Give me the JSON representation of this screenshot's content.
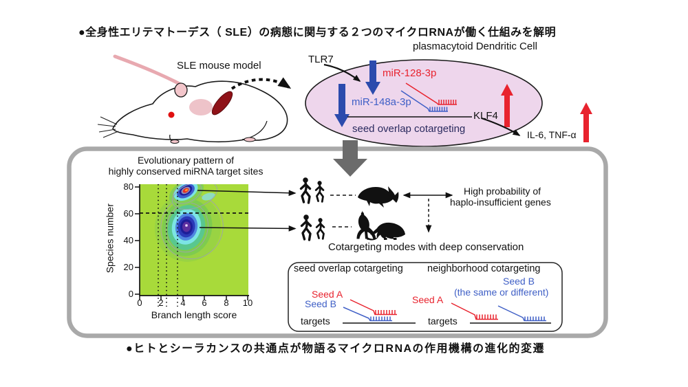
{
  "titles": {
    "top": "●全身性エリテマトーデス（ SLE）の病態に関与する２つのマイクロRNAが働く仕組みを解明",
    "bottom": "●ヒトとシーラカンスの共通点が物語るマイクロRNAの作用機構の進化的変遷"
  },
  "mouse": {
    "label": "SLE mouse model"
  },
  "cell": {
    "name": "plasmacytoid Dendritic Cell",
    "tlr7": "TLR7",
    "mir128": "miR-128-3p",
    "mir148": "miR-148a-3p",
    "seed_overlap": "seed overlap cotargeting",
    "klf4": "KLF4",
    "cytokines": "IL-6, TNF-α"
  },
  "middle": {
    "high_prob_line1": "High probability of",
    "high_prob_line2": "haplo-insufficient genes",
    "deep_conservation": "Cotargeting modes with deep conservation"
  },
  "modes_box": {
    "left_title": "seed overlap cotargeting",
    "right_title": "neighborhood cotargeting",
    "left_seed_a": "Seed A",
    "left_seed_b": "Seed B",
    "left_targets": "targets",
    "right_seed_a": "Seed A",
    "right_seed_b_line1": "Seed B",
    "right_seed_b_line2": "(the same or different)",
    "right_targets": "targets"
  },
  "chart_data": {
    "type": "heatmap",
    "title_line1": "Evolutionary pattern of",
    "title_line2": "highly conserved miRNA target sites",
    "xlabel": "Branch length score",
    "ylabel": "Species number",
    "xlim": [
      0,
      10
    ],
    "ylim": [
      0,
      80
    ],
    "x_ticks": [
      0,
      2,
      4,
      6,
      8,
      10
    ],
    "y_ticks": [
      0,
      20,
      40,
      60,
      80
    ],
    "dotted_vlines_x": [
      1.7,
      2.5,
      3.5
    ],
    "dashed_hline_y": 62,
    "grid": false,
    "peaks": [
      {
        "x": 4.3,
        "y": 78,
        "core_color": "red-orange",
        "points_to": "human and coelacanth silhouettes"
      },
      {
        "x": 4.4,
        "y": 51,
        "core_color": "purple",
        "points_to": "human, kangaroo and echidna silhouettes"
      }
    ],
    "colormap": "lime-green background, density rises green → teal → cyan → blue → navy → purple"
  },
  "colors": {
    "red_arrow": "#e8232e",
    "blue_arrow": "#2b4bad",
    "text_red": "#e8232e",
    "text_blue": "#3f5fc6",
    "ellipse_fill": "#eed6ec",
    "outer_box_gray": "#a9a9a9",
    "thick_arrow_gray": "#6b6b6b",
    "heatmap_bg": "#a8da3a"
  }
}
